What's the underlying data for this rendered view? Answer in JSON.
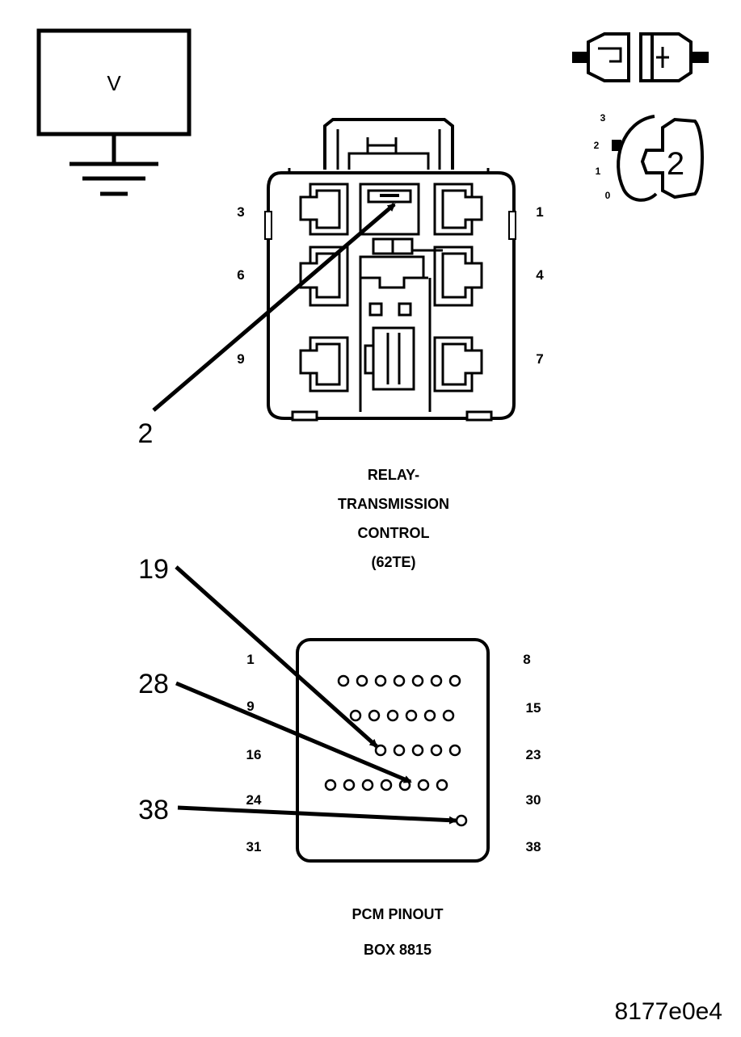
{
  "meter": {
    "symbol": "V"
  },
  "ignition": {
    "positions": [
      "3",
      "2",
      "1",
      "0"
    ],
    "key_number": "2"
  },
  "relay": {
    "pins_left": [
      "3",
      "6",
      "9"
    ],
    "pins_right": [
      "1",
      "4",
      "7"
    ],
    "callout": "2",
    "title_lines": [
      "RELAY-",
      "TRANSMISSION",
      "CONTROL",
      "(62TE)"
    ]
  },
  "pcm": {
    "callouts": [
      "19",
      "28",
      "38"
    ],
    "pins_left": [
      "1",
      "9",
      "16",
      "24",
      "31"
    ],
    "pins_right": [
      "8",
      "15",
      "23",
      "30",
      "38"
    ],
    "title_lines": [
      "PCM PINOUT",
      "BOX 8815"
    ]
  },
  "figure_id": "8177e0e4"
}
